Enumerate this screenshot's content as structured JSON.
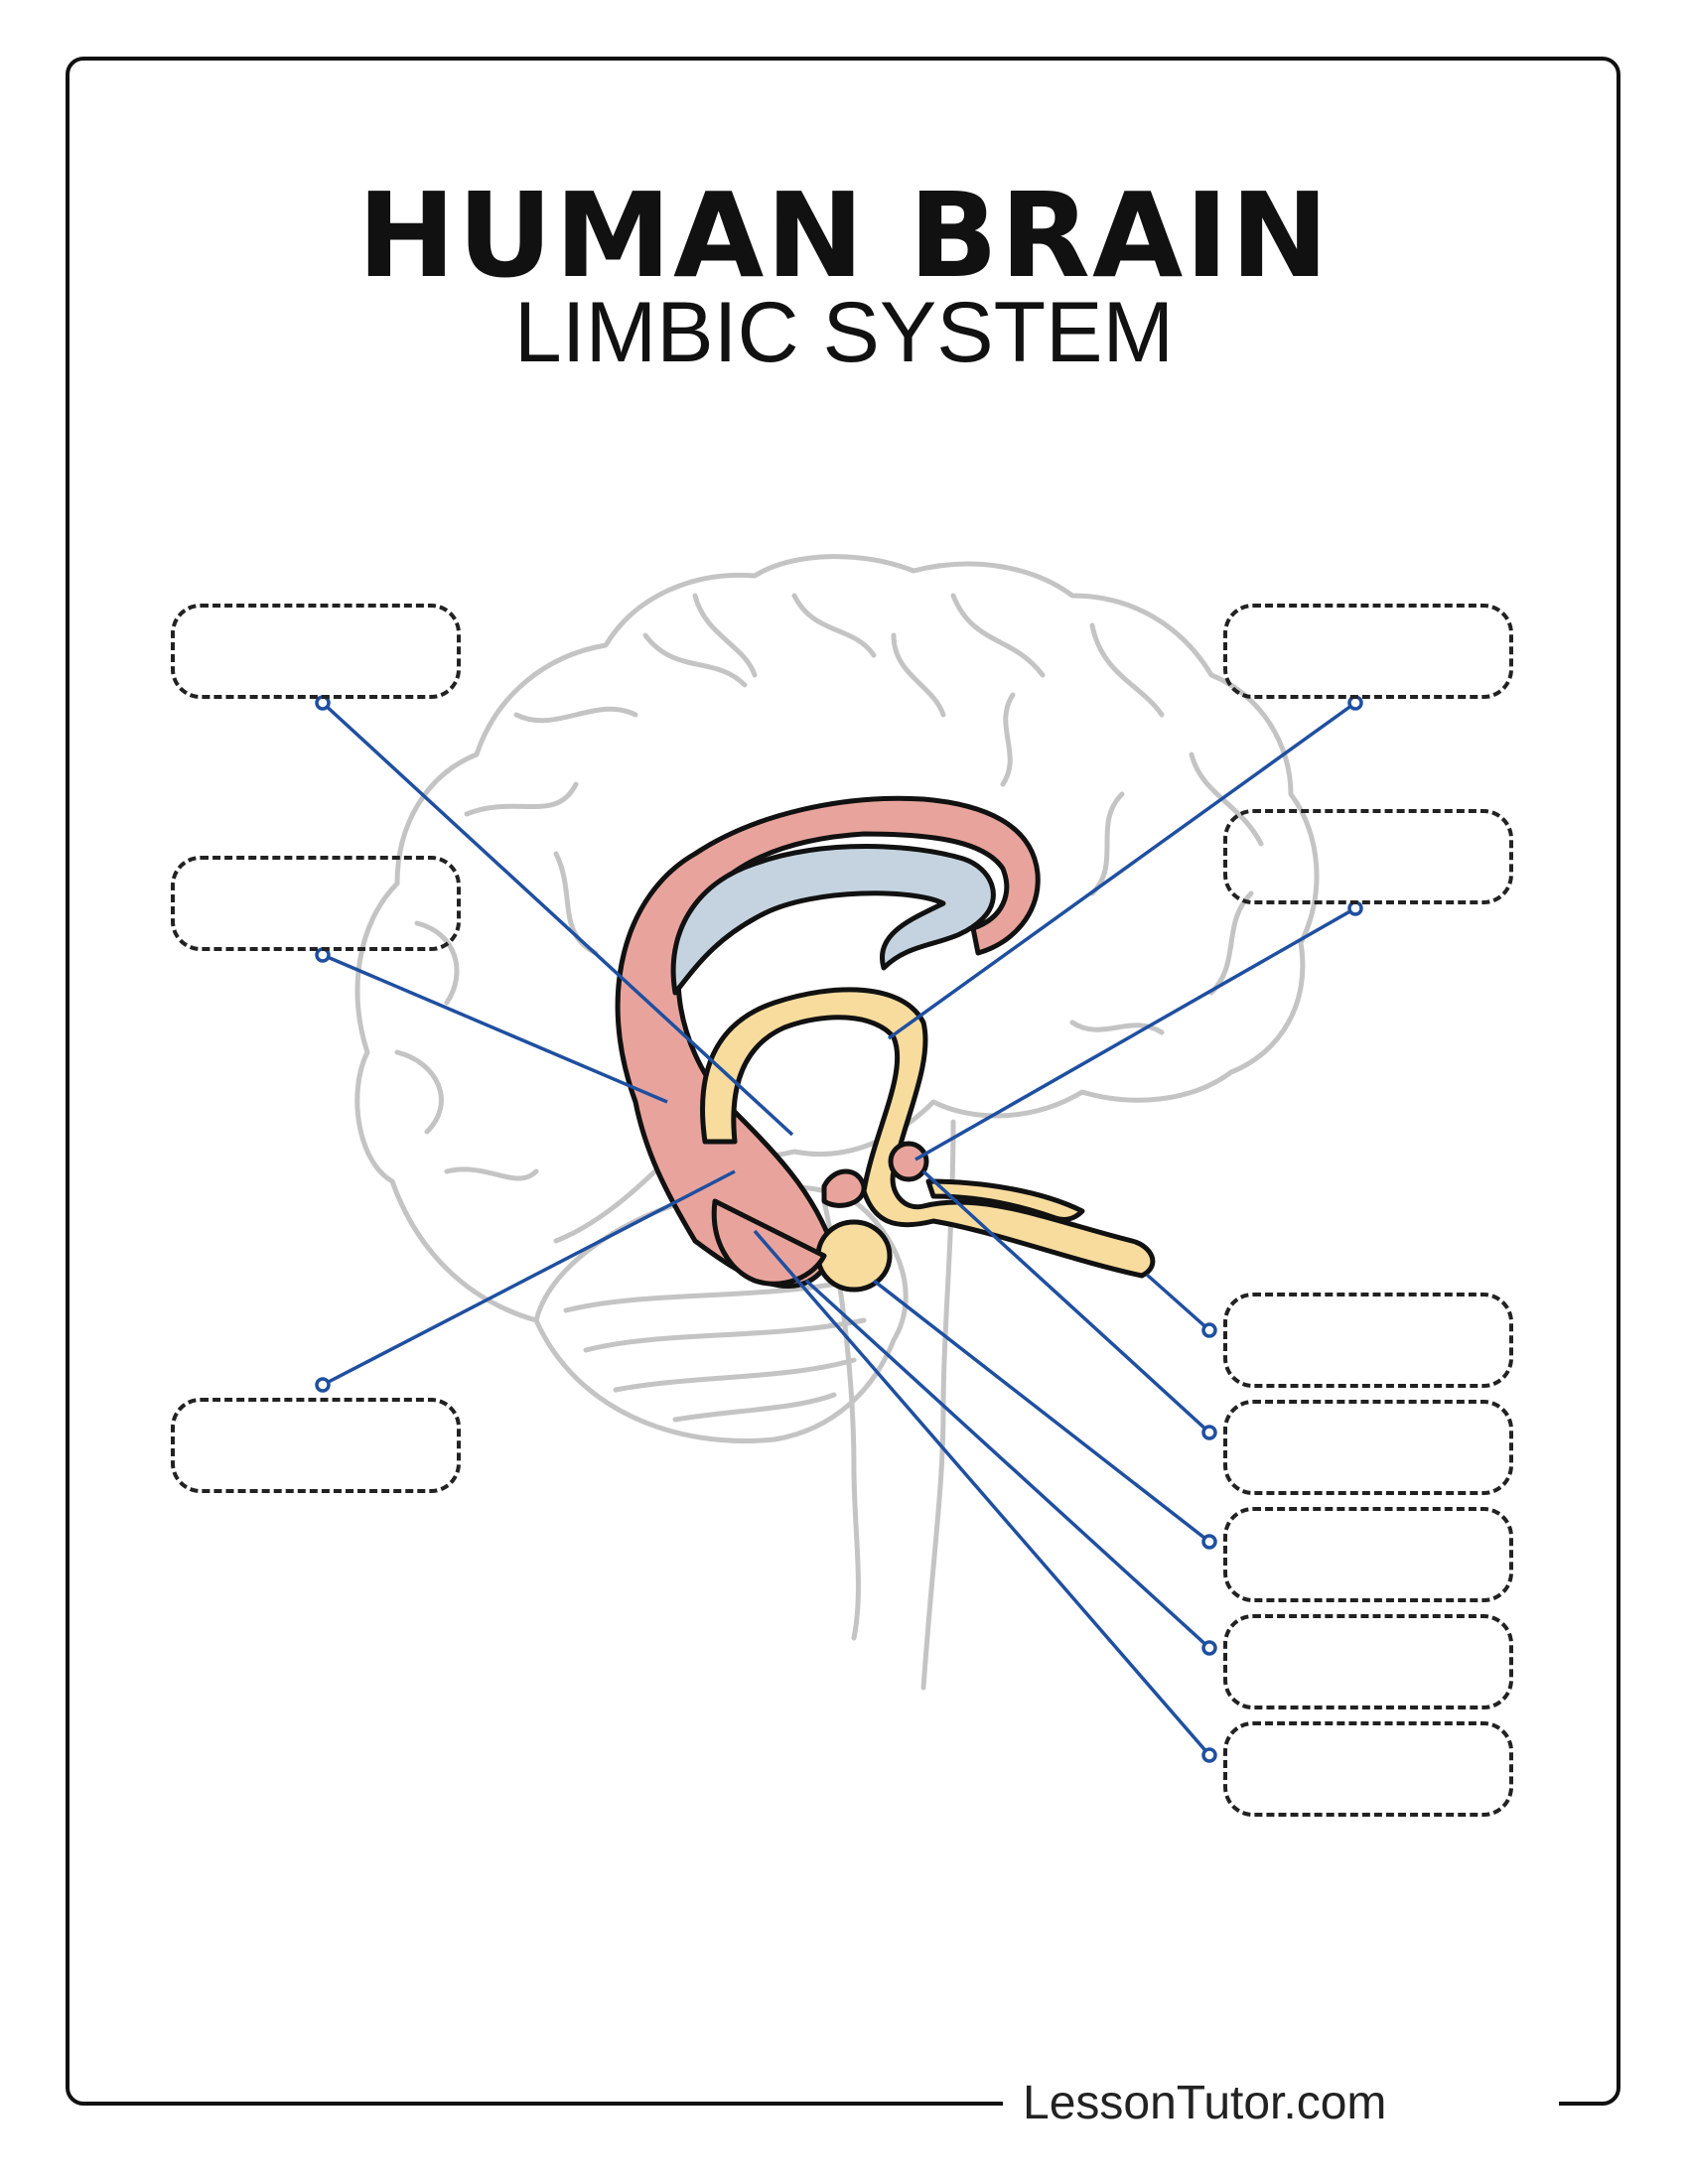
{
  "title": "HUMAN BRAIN",
  "subtitle": "LIMBIC SYSTEM",
  "footer": "LessonTutor.com",
  "colors": {
    "brain_outline": "#c4c4c4",
    "cingulate": "#e8a49c",
    "ventricle": "#c4d3df",
    "fornix": "#f7dc9e",
    "leader_line": "#1f4fa0",
    "ink": "#111111"
  },
  "label_boxes": [
    {
      "name": "label-box-left-1",
      "text": ""
    },
    {
      "name": "label-box-left-2",
      "text": ""
    },
    {
      "name": "label-box-left-3",
      "text": ""
    },
    {
      "name": "label-box-right-1",
      "text": ""
    },
    {
      "name": "label-box-right-2",
      "text": ""
    },
    {
      "name": "label-box-right-3",
      "text": ""
    },
    {
      "name": "label-box-right-4",
      "text": ""
    },
    {
      "name": "label-box-right-5",
      "text": ""
    },
    {
      "name": "label-box-right-6",
      "text": ""
    },
    {
      "name": "label-box-right-7",
      "text": ""
    }
  ]
}
